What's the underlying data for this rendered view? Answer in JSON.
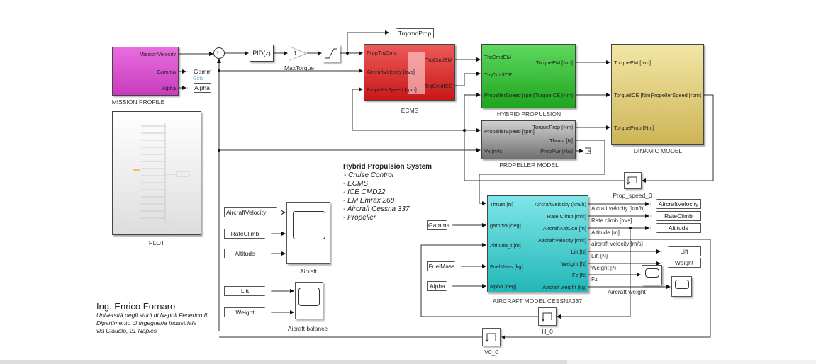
{
  "blocks": {
    "mission": {
      "caption": "MISSION PROFILE",
      "ports_out": [
        "MissionVelocity",
        "Gamma",
        "Alpha"
      ]
    },
    "goto_gamma": "Gamma",
    "goto_alpha": "Alpha",
    "goto_hint": "Goto",
    "sum": "+ -",
    "pid": "PID(z)",
    "gain": "1",
    "gain_caption": "MaxTorque",
    "goto_trq": "TrqcmdProp",
    "ecms": {
      "caption": "ECMS",
      "ports_in": [
        "PropTrqCmd",
        "AircraftVelocity [m/s]",
        "PropellerSpeed [rpm]"
      ],
      "ports_out": [
        "TrqCmdEM",
        "TrqCmdICE"
      ]
    },
    "hybrid": {
      "caption": "HYBRID PROPULSION",
      "ports_in": [
        "TrqCmdEM",
        "TrqCmdICE",
        "PropellerSpeed [rpm]"
      ],
      "ports_out": [
        "TorqueEM [Nm]",
        "TorqueICE [Nm]"
      ]
    },
    "propeller": {
      "caption": "PROPELLER MODEL",
      "ports_in": [
        "PropellerSpeed [rpm]",
        "Vx [m/s]"
      ],
      "ports_out": [
        "TorqueProp [Nm]",
        "Thrust [N]",
        "PropPwr [kW]"
      ]
    },
    "dinamic": {
      "caption": "DINAMIC MODEL",
      "ports_in": [
        "TorqueEM [Nm]",
        "TorqueICE [Nm]",
        "TorqueProp [Nm]"
      ],
      "ports_out": [
        "PropellerSpeed [rpm]"
      ]
    },
    "prop_speed": "Prop_speed_0",
    "plot": "PLOT",
    "aircraft": {
      "caption": "AIRCRAFT MODEL CESSNA337",
      "ports_in": [
        "Thrust [N]",
        "gamma [deg]",
        "Altitude_t [m]",
        "FuelMass [kg]",
        "alpha [deg]"
      ],
      "ports_out": [
        "AircraftVelocity (km/h)",
        "Rate Climb [m/s]",
        "AircraftAltitude [m]",
        "AircraftVelocity [m/s]",
        "Lift [N]",
        "Weight [N]",
        "Fz [N]",
        "Aircraft weight [kg]"
      ]
    },
    "signals": [
      "Aicraft velocity [km/h]",
      "Rate climb [m/s]",
      "Altitude [m]",
      "aircraft velocity [m/s]",
      "Lift [N]",
      "Weight [N]",
      "Fz"
    ],
    "from_in": [
      "Gamma",
      "FuelMass",
      "Alpha"
    ],
    "goto_out": [
      "AircraftVelocity",
      "RateClimb",
      "Altitude",
      "Lift",
      "Weight"
    ],
    "aircraft_weight_caption": "Aircraft weight",
    "h0": "H_0",
    "v0": "V0_0",
    "scope_aircraft": {
      "caption": "Aicraft",
      "inputs": [
        "AircraftVelocity",
        "RateClimb",
        "Altitude"
      ]
    },
    "scope_balance": {
      "caption": "Aicraft balance",
      "inputs": [
        "Lift",
        "Weight"
      ]
    }
  },
  "note": {
    "title": "Hybrid Propulsion System",
    "items": [
      "- Cruise Control",
      "- ECMS",
      "- ICE CMD22",
      "- EM Emrax 268",
      "- Aircraft Cessna 337",
      "- Propeller"
    ]
  },
  "author": {
    "name": "Ing. Enrico Fornaro",
    "lines": [
      "Università degli studi di Napoli Federico II",
      "Dipartimento di Ingegneria Industriale",
      "via Claudio, 21 Naples"
    ]
  },
  "colors": {
    "mission": "#d94fcf",
    "ecms": "#d42a2a",
    "hybrid": "#2dbb2d",
    "propeller": "#8a8a8a",
    "dinamic": "#d9c46a",
    "aircraft": "#38cfd0"
  }
}
